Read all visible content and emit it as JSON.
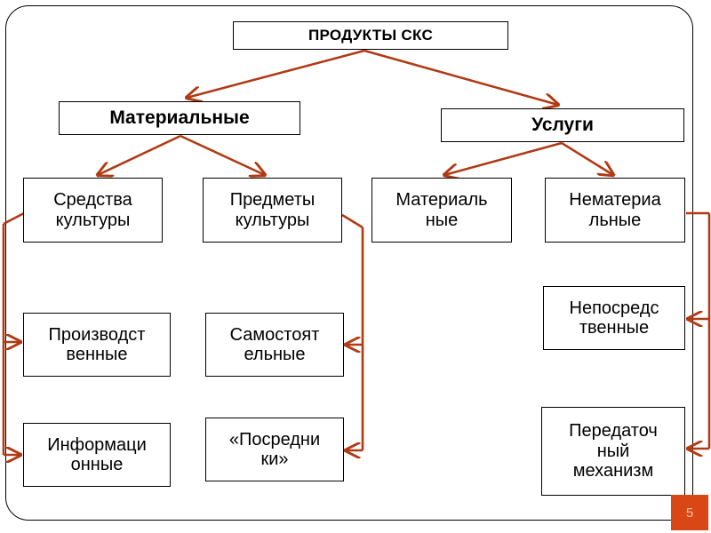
{
  "slide": {
    "page_number": "5",
    "accent_color": "#b03a14",
    "badge_color": "#da4716",
    "border_color": "#000000"
  },
  "diagram": {
    "type": "hierarchy-tree",
    "root": {
      "id": "root",
      "label": "ПРОДУКТЫ СКС"
    },
    "nodes": [
      {
        "id": "material",
        "label": "Материальные"
      },
      {
        "id": "services",
        "label": "Услуги"
      },
      {
        "id": "means",
        "label": "Средства\nкультуры"
      },
      {
        "id": "objects",
        "label": "Предметы\nкультуры"
      },
      {
        "id": "mat-serv",
        "label": "Материаль\nные"
      },
      {
        "id": "nonmat-serv",
        "label": "Нематериа\nльные"
      },
      {
        "id": "production",
        "label": "Производст\nвенные"
      },
      {
        "id": "independent",
        "label": "Самостоят\nельные"
      },
      {
        "id": "direct",
        "label": "Непосредс\nтвенные"
      },
      {
        "id": "information",
        "label": "Информаци\nонные"
      },
      {
        "id": "mediators",
        "label": "«Посредни\nки»"
      },
      {
        "id": "transmit",
        "label": "Передаточ\nный\nмеханизм"
      }
    ],
    "edges": [
      {
        "from": "root",
        "to": "material"
      },
      {
        "from": "root",
        "to": "services"
      },
      {
        "from": "material",
        "to": "means"
      },
      {
        "from": "material",
        "to": "objects"
      },
      {
        "from": "services",
        "to": "mat-serv"
      },
      {
        "from": "services",
        "to": "nonmat-serv"
      },
      {
        "from": "means",
        "to": "production"
      },
      {
        "from": "means",
        "to": "information"
      },
      {
        "from": "objects",
        "to": "independent"
      },
      {
        "from": "objects",
        "to": "mediators"
      },
      {
        "from": "nonmat-serv",
        "to": "direct"
      },
      {
        "from": "nonmat-serv",
        "to": "transmit"
      }
    ]
  }
}
